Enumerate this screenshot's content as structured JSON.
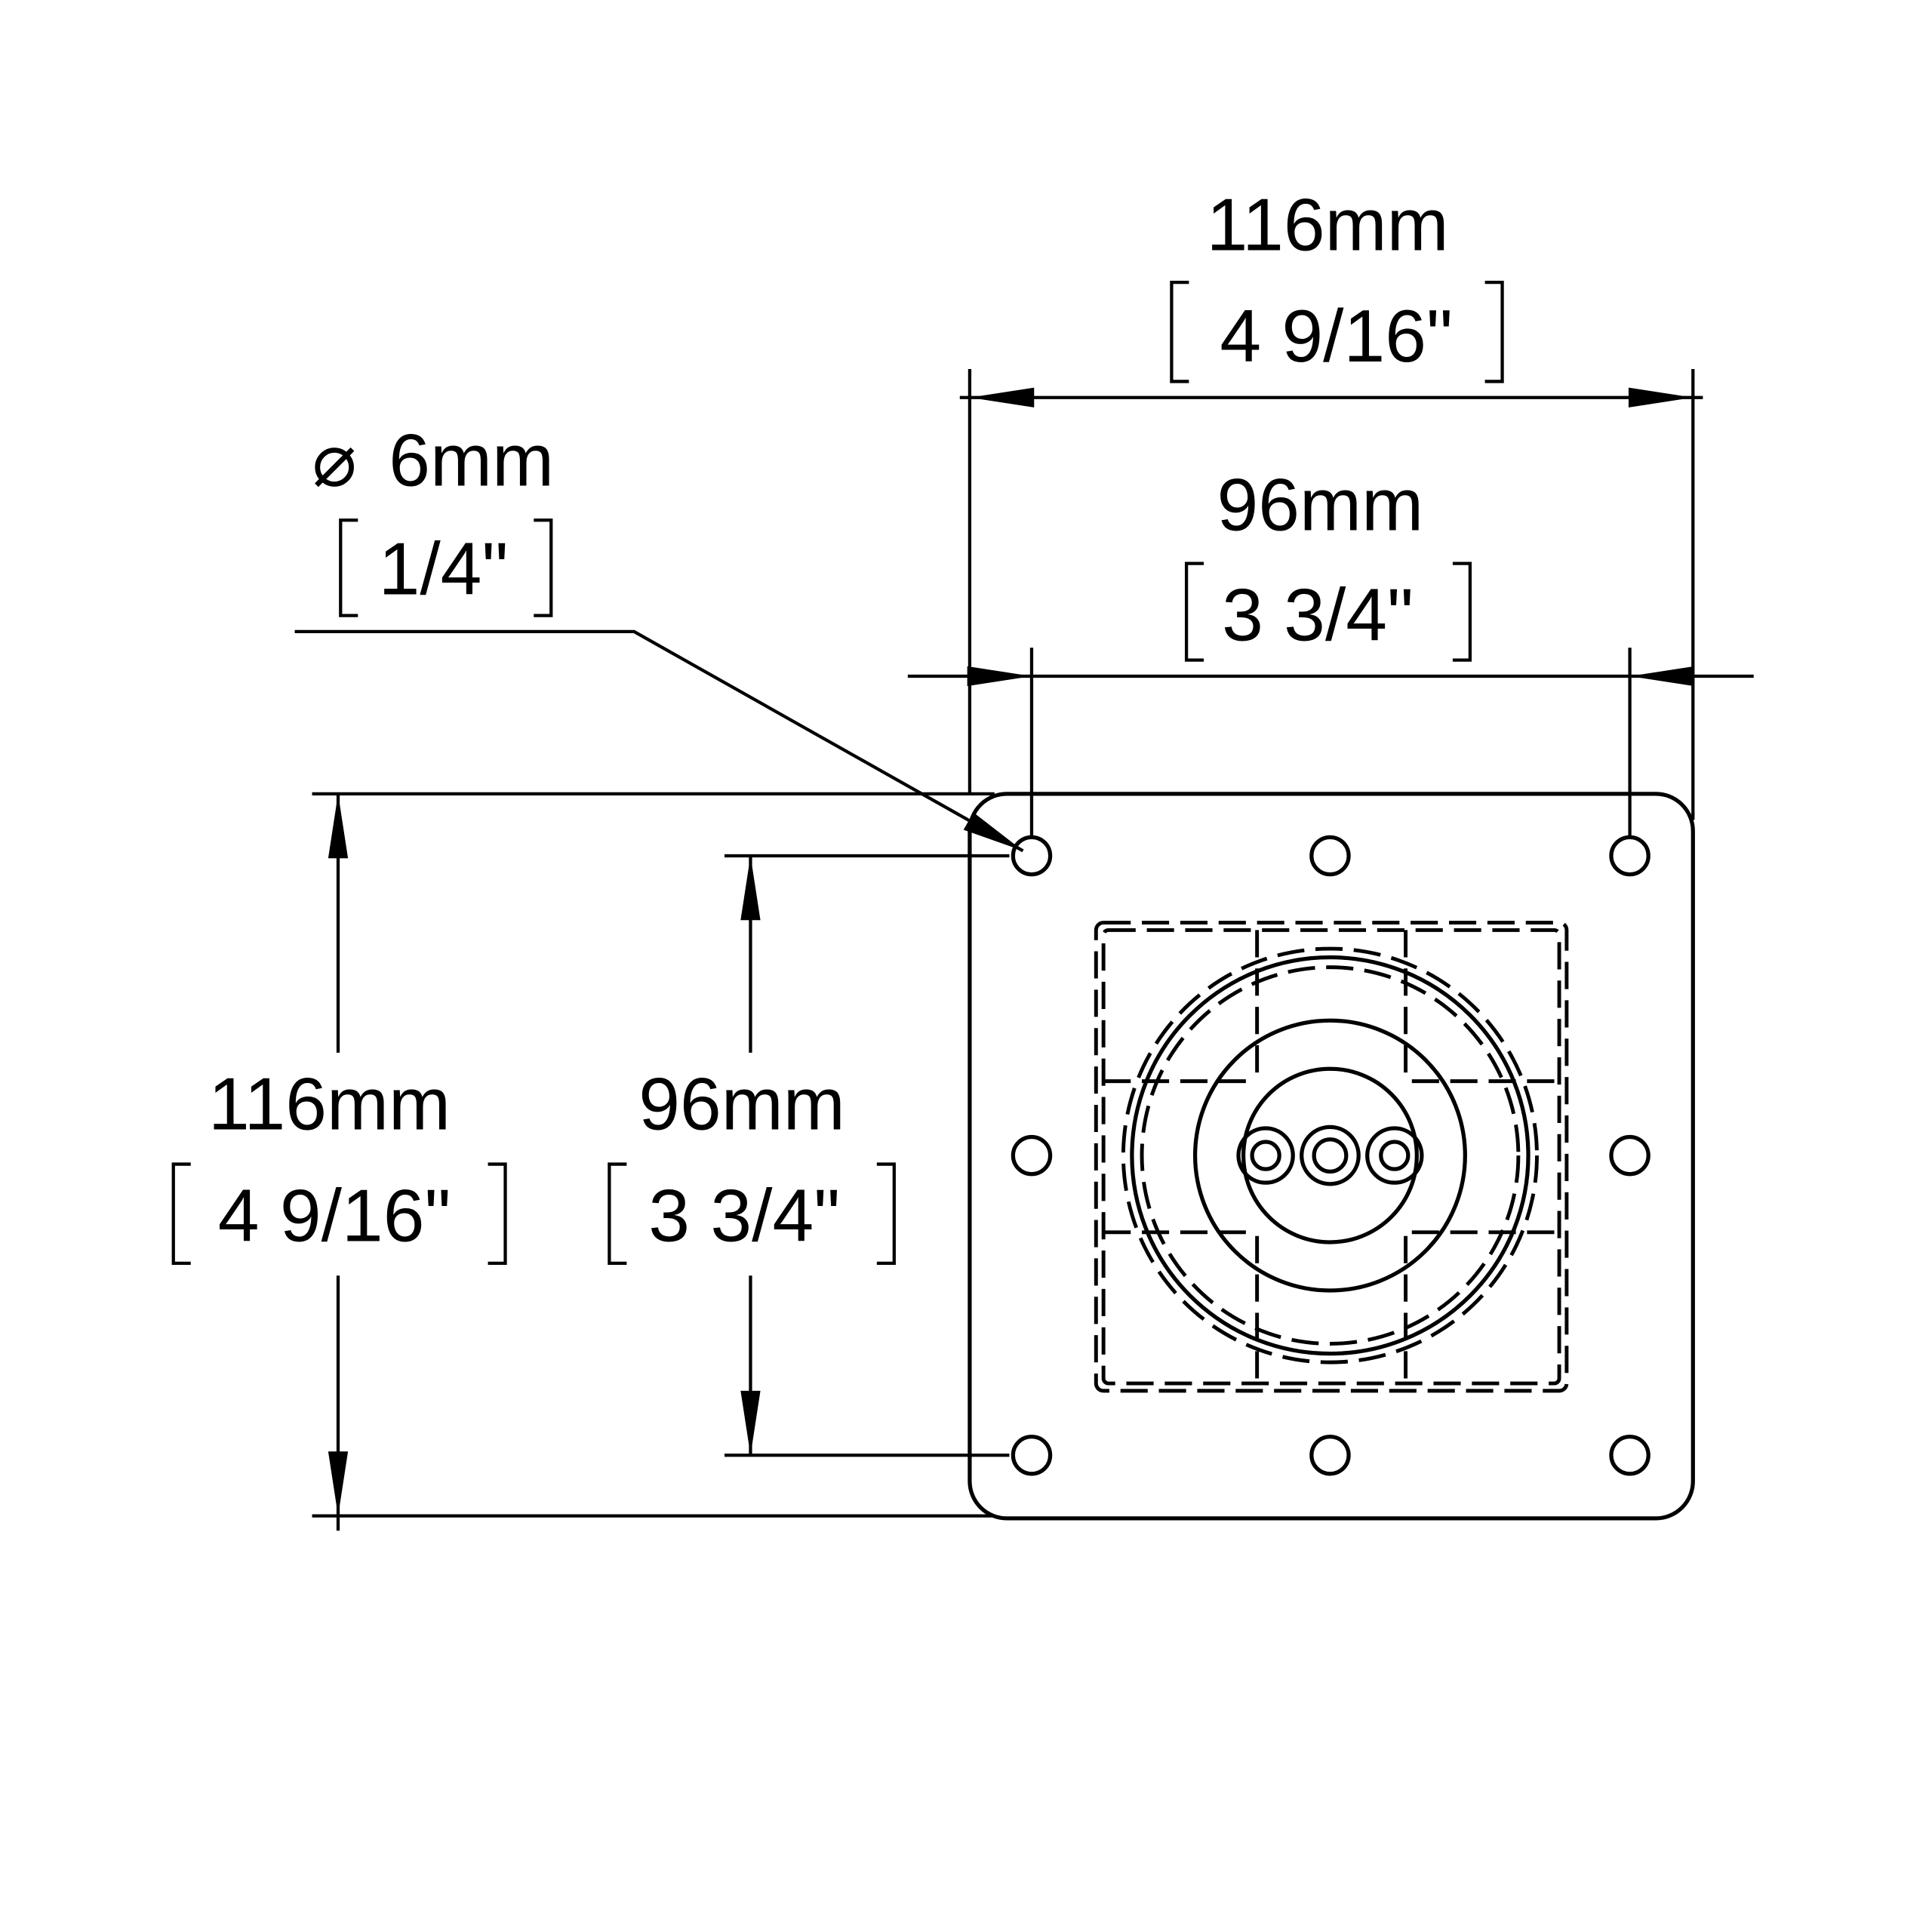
{
  "top_overall": {
    "metric": "116mm",
    "imperial": "4 9/16\""
  },
  "top_bolt": {
    "metric": "96mm",
    "imperial": "3 3/4\""
  },
  "left_overall": {
    "metric": "116mm",
    "imperial": "4 9/16\""
  },
  "left_bolt": {
    "metric": "96mm",
    "imperial": "3 3/4\""
  },
  "hole": {
    "symbol": "⌀",
    "metric": "6mm",
    "imperial": "1/4\""
  }
}
